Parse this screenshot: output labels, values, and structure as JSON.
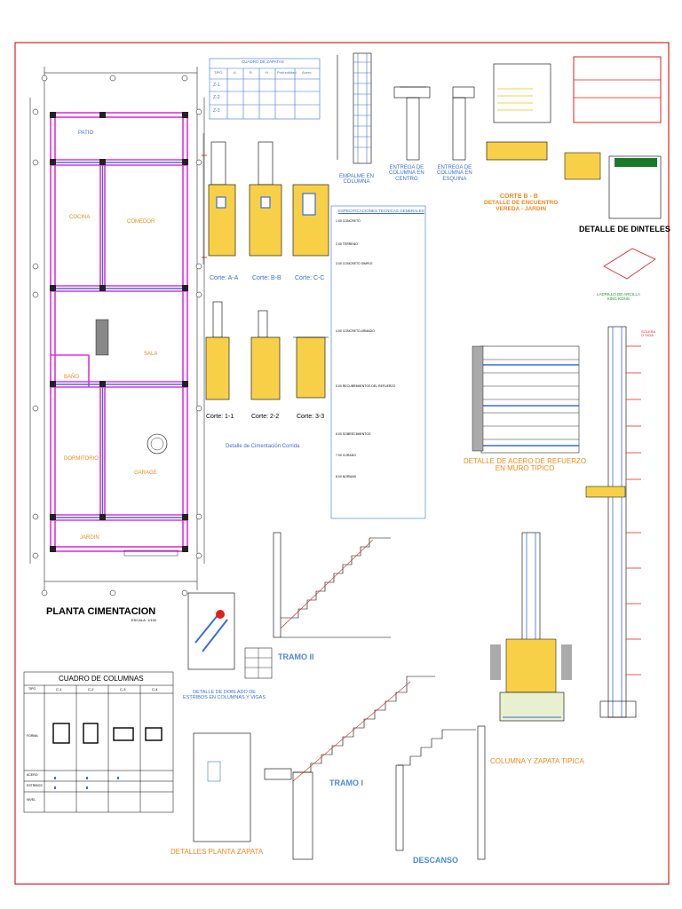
{
  "titles": {
    "planta_cimentacion": "PLANTA CIMENTACION",
    "escala": "ESCALA: 1/100",
    "cuadro_zapatas": "CUADRO DE ZAPATAS",
    "empalme": "EMPALME EN\nCOLUMNA",
    "entrega_centro": "ENTREGA DE\nCOLUMNA EN\nCENTRO",
    "entrega_esquina": "ENTREGA DE\nCOLUMNA EN\nESQUINA",
    "corte_bb_title": "CORTE B - B",
    "detalle_encuentro": "DETALLE DE ENCUENTRO\nVEREDA - JARDIN",
    "detalle_dinteles": "DETALLE DE DINTELES",
    "ladrillo": "LADRILLO DE ARCILLA\nKING KONG",
    "corte_a": "Corte: A-A",
    "corte_b": "Corte: B-B",
    "corte_c": "Corte: C-C",
    "corte_1": "Corte: 1-1",
    "corte_2": "Corte: 2-2",
    "corte_3": "Corte: 3-3",
    "detalle_cim_corrida": "Detalle de Cimentación Corrida",
    "especificaciones": "ESPECIFICACIONES TECNICAS GENERALES",
    "detalle_acero_muro": "DETALLE DE ACERO DE REFUERZO\nEN MURO TIPICO",
    "tramo_ii": "TRAMO II",
    "tramo_i": "TRAMO I",
    "descanso": "DESCANSO",
    "detalle_doblado": "DETALLE DE DOBLADO DE\nESTRIBOS EN COLUMNAS Y VIGAS",
    "cuadro_columnas": "CUADRO DE COLUMNAS",
    "detalles_planta_zapata": "DETALLES PLANTA ZAPATA",
    "columna_zapata": "COLUMNA Y ZAPATA TIPICA",
    "solera_viga": "SOLERA\nO VIGA"
  },
  "rooms": [
    "PATIO",
    "COCINA",
    "COMEDOR",
    "SALA",
    "BAÑO",
    "DORMITORIO",
    "GARAGE",
    "JARDIN"
  ],
  "cuadro_zapatas": {
    "headers": [
      "TIPO",
      "A",
      "B",
      "H",
      "Profundidad",
      "Acero"
    ],
    "rows": [
      "Z-1",
      "Z-2",
      "Z-3"
    ]
  },
  "cuadro_columnas": {
    "headers": [
      "TIPO",
      "C-1",
      "C-2",
      "C-3",
      "C-4"
    ],
    "row_labels": [
      "FORMA",
      "ACERO",
      "ESTRIBOS",
      "NIVEL"
    ]
  },
  "especificaciones_lines": [
    "1.00 CONCRETO",
    "2.00 TERRENO",
    "3.00 CONCRETO SIMPLE",
    "4.00 CONCRETO ARMADO",
    "5.00 RECUBRIMIENTOS DEL REFUERZO",
    "6.00 SOBRECIMIENTOS",
    "7.00 CURADO",
    "8.00 NORMAS"
  ],
  "colors": {
    "border": "#e0201a",
    "accent_blue": "#3a6fd8",
    "accent_orange": "#f08a1c",
    "magenta": "#e030e0",
    "concrete": "#f7d048",
    "dark": "#000000"
  }
}
